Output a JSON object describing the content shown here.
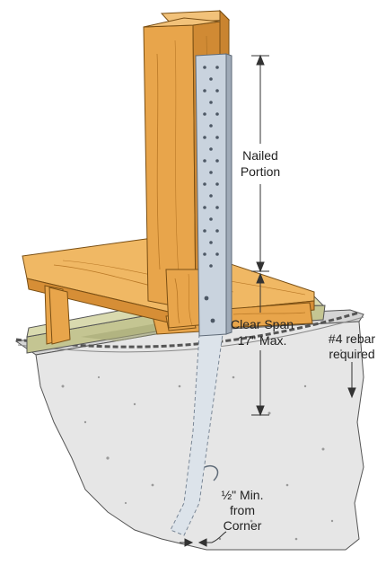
{
  "labels": {
    "nailed_line1": "Nailed",
    "nailed_line2": "Portion",
    "clear_span_line1": "Clear Span",
    "clear_span_line2": "17\" Max.",
    "rebar_line1": "#4 rebar",
    "rebar_line2": "required",
    "min_line1": "½\" Min.",
    "min_line2": "from",
    "min_line3": "Corner"
  },
  "colors": {
    "wood": "#E8A54B",
    "wood_light": "#F2C27A",
    "wood_dark": "#B97826",
    "strap": "#C9D3DE",
    "strap_edge": "#7A8796",
    "concrete": "#E3E3E3",
    "concrete_shadow": "#BDBDBD",
    "sill": "#B8BA86"
  }
}
